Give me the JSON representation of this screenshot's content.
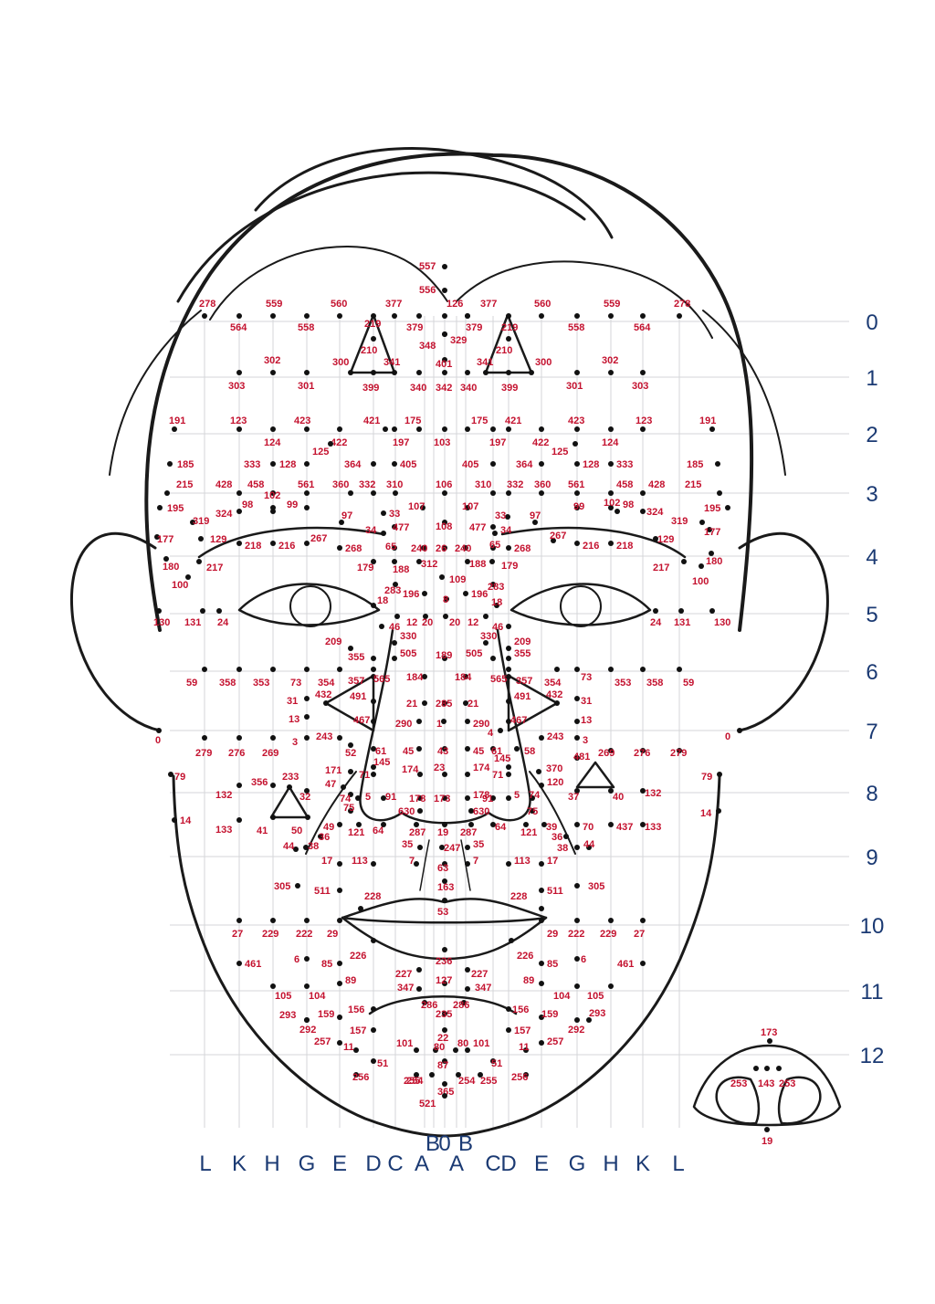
{
  "colors": {
    "point": "#111111",
    "label": "#c4122f",
    "grid": "#d4d6d9",
    "grid_label": "#1b3a73",
    "line": "#1a1a1a"
  },
  "row_labels": [
    "0",
    "1",
    "2",
    "3",
    "4",
    "5",
    "6",
    "7",
    "8",
    "9",
    "10",
    "11",
    "12"
  ],
  "column_labels": [
    "L",
    "K",
    "H",
    "G",
    "E",
    "D",
    "C",
    "A",
    "B",
    "0",
    "B",
    "A",
    "C",
    "D",
    "E",
    "G",
    "H",
    "K",
    "L"
  ],
  "points": [
    {
      "label": "557"
    },
    {
      "label": "556"
    },
    {
      "label": "278"
    },
    {
      "label": "564"
    },
    {
      "label": "559"
    },
    {
      "label": "558"
    },
    {
      "label": "560"
    },
    {
      "label": "377"
    },
    {
      "label": "219"
    },
    {
      "label": "379"
    },
    {
      "label": "126"
    },
    {
      "label": "377"
    },
    {
      "label": "379"
    },
    {
      "label": "219"
    },
    {
      "label": "560"
    },
    {
      "label": "558"
    },
    {
      "label": "559"
    },
    {
      "label": "564"
    },
    {
      "label": "278"
    },
    {
      "label": "210"
    },
    {
      "label": "348"
    },
    {
      "label": "329"
    },
    {
      "label": "210"
    },
    {
      "label": "303"
    },
    {
      "label": "302"
    },
    {
      "label": "301"
    },
    {
      "label": "300"
    },
    {
      "label": "341"
    },
    {
      "label": "399"
    },
    {
      "label": "340"
    },
    {
      "label": "401"
    },
    {
      "label": "342"
    },
    {
      "label": "340"
    },
    {
      "label": "341"
    },
    {
      "label": "300"
    },
    {
      "label": "399"
    },
    {
      "label": "301"
    },
    {
      "label": "302"
    },
    {
      "label": "303"
    },
    {
      "label": "191"
    },
    {
      "label": "123"
    },
    {
      "label": "124"
    },
    {
      "label": "423"
    },
    {
      "label": "422"
    },
    {
      "label": "125"
    },
    {
      "label": "421"
    },
    {
      "label": "197"
    },
    {
      "label": "175"
    },
    {
      "label": "103"
    },
    {
      "label": "175"
    },
    {
      "label": "197"
    },
    {
      "label": "421"
    },
    {
      "label": "422"
    },
    {
      "label": "125"
    },
    {
      "label": "423"
    },
    {
      "label": "124"
    },
    {
      "label": "123"
    },
    {
      "label": "191"
    },
    {
      "label": "185"
    },
    {
      "label": "333"
    },
    {
      "label": "128"
    },
    {
      "label": "364"
    },
    {
      "label": "405"
    },
    {
      "label": "405"
    },
    {
      "label": "364"
    },
    {
      "label": "128"
    },
    {
      "label": "333"
    },
    {
      "label": "185"
    },
    {
      "label": "215"
    },
    {
      "label": "428"
    },
    {
      "label": "458"
    },
    {
      "label": "561"
    },
    {
      "label": "360"
    },
    {
      "label": "332"
    },
    {
      "label": "310"
    },
    {
      "label": "106"
    },
    {
      "label": "310"
    },
    {
      "label": "332"
    },
    {
      "label": "360"
    },
    {
      "label": "561"
    },
    {
      "label": "458"
    },
    {
      "label": "428"
    },
    {
      "label": "215"
    },
    {
      "label": "195"
    },
    {
      "label": "324"
    },
    {
      "label": "98"
    },
    {
      "label": "102"
    },
    {
      "label": "99"
    },
    {
      "label": "107"
    },
    {
      "label": "107"
    },
    {
      "label": "99"
    },
    {
      "label": "102"
    },
    {
      "label": "98"
    },
    {
      "label": "324"
    },
    {
      "label": "195"
    },
    {
      "label": "319"
    },
    {
      "label": "97"
    },
    {
      "label": "33"
    },
    {
      "label": "108"
    },
    {
      "label": "33"
    },
    {
      "label": "97"
    },
    {
      "label": "319"
    },
    {
      "label": "177"
    },
    {
      "label": "129"
    },
    {
      "label": "218"
    },
    {
      "label": "216"
    },
    {
      "label": "267"
    },
    {
      "label": "268"
    },
    {
      "label": "34"
    },
    {
      "label": "477"
    },
    {
      "label": "65"
    },
    {
      "label": "240"
    },
    {
      "label": "26"
    },
    {
      "label": "240"
    },
    {
      "label": "477"
    },
    {
      "label": "65"
    },
    {
      "label": "34"
    },
    {
      "label": "268"
    },
    {
      "label": "267"
    },
    {
      "label": "216"
    },
    {
      "label": "218"
    },
    {
      "label": "129"
    },
    {
      "label": "177"
    },
    {
      "label": "180"
    },
    {
      "label": "217"
    },
    {
      "label": "179"
    },
    {
      "label": "188"
    },
    {
      "label": "312"
    },
    {
      "label": "188"
    },
    {
      "label": "179"
    },
    {
      "label": "217"
    },
    {
      "label": "180"
    },
    {
      "label": "100"
    },
    {
      "label": "109"
    },
    {
      "label": "283"
    },
    {
      "label": "283"
    },
    {
      "label": "100"
    },
    {
      "label": "196"
    },
    {
      "label": "196"
    },
    {
      "label": "8"
    },
    {
      "label": "130"
    },
    {
      "label": "131"
    },
    {
      "label": "24"
    },
    {
      "label": "18"
    },
    {
      "label": "12"
    },
    {
      "label": "20"
    },
    {
      "label": "20"
    },
    {
      "label": "12"
    },
    {
      "label": "18"
    },
    {
      "label": "24"
    },
    {
      "label": "131"
    },
    {
      "label": "130"
    },
    {
      "label": "46"
    },
    {
      "label": "46"
    },
    {
      "label": "209"
    },
    {
      "label": "330"
    },
    {
      "label": "330"
    },
    {
      "label": "209"
    },
    {
      "label": "355"
    },
    {
      "label": "505"
    },
    {
      "label": "189"
    },
    {
      "label": "505"
    },
    {
      "label": "355"
    },
    {
      "label": "59"
    },
    {
      "label": "358"
    },
    {
      "label": "353"
    },
    {
      "label": "73"
    },
    {
      "label": "354"
    },
    {
      "label": "357"
    },
    {
      "label": "565"
    },
    {
      "label": "184"
    },
    {
      "label": "184"
    },
    {
      "label": "565"
    },
    {
      "label": "357"
    },
    {
      "label": "354"
    },
    {
      "label": "73"
    },
    {
      "label": "353"
    },
    {
      "label": "358"
    },
    {
      "label": "59"
    },
    {
      "label": "31"
    },
    {
      "label": "432"
    },
    {
      "label": "491"
    },
    {
      "label": "21"
    },
    {
      "label": "285"
    },
    {
      "label": "21"
    },
    {
      "label": "491"
    },
    {
      "label": "432"
    },
    {
      "label": "31"
    },
    {
      "label": "13"
    },
    {
      "label": "467"
    },
    {
      "label": "290"
    },
    {
      "label": "1"
    },
    {
      "label": "290"
    },
    {
      "label": "467"
    },
    {
      "label": "13"
    },
    {
      "label": "0"
    },
    {
      "label": "3"
    },
    {
      "label": "243"
    },
    {
      "label": "4"
    },
    {
      "label": "243"
    },
    {
      "label": "3"
    },
    {
      "label": "0"
    },
    {
      "label": "279"
    },
    {
      "label": "276"
    },
    {
      "label": "269"
    },
    {
      "label": "52"
    },
    {
      "label": "61"
    },
    {
      "label": "45"
    },
    {
      "label": "43"
    },
    {
      "label": "45"
    },
    {
      "label": "61"
    },
    {
      "label": "58"
    },
    {
      "label": "481"
    },
    {
      "label": "269"
    },
    {
      "label": "276"
    },
    {
      "label": "279"
    },
    {
      "label": "145"
    },
    {
      "label": "145"
    },
    {
      "label": "370"
    },
    {
      "label": "171"
    },
    {
      "label": "71"
    },
    {
      "label": "174"
    },
    {
      "label": "23"
    },
    {
      "label": "174"
    },
    {
      "label": "71"
    },
    {
      "label": "120"
    },
    {
      "label": "79"
    },
    {
      "label": "356"
    },
    {
      "label": "233"
    },
    {
      "label": "47"
    },
    {
      "label": "79"
    },
    {
      "label": "132"
    },
    {
      "label": "32"
    },
    {
      "label": "74"
    },
    {
      "label": "5"
    },
    {
      "label": "91"
    },
    {
      "label": "178"
    },
    {
      "label": "173"
    },
    {
      "label": "178"
    },
    {
      "label": "91"
    },
    {
      "label": "5"
    },
    {
      "label": "74"
    },
    {
      "label": "37"
    },
    {
      "label": "40"
    },
    {
      "label": "132"
    },
    {
      "label": "75"
    },
    {
      "label": "630"
    },
    {
      "label": "630"
    },
    {
      "label": "75"
    },
    {
      "label": "14"
    },
    {
      "label": "133"
    },
    {
      "label": "41"
    },
    {
      "label": "50"
    },
    {
      "label": "49"
    },
    {
      "label": "121"
    },
    {
      "label": "64"
    },
    {
      "label": "287"
    },
    {
      "label": "19"
    },
    {
      "label": "287"
    },
    {
      "label": "64"
    },
    {
      "label": "121"
    },
    {
      "label": "39"
    },
    {
      "label": "70"
    },
    {
      "label": "437"
    },
    {
      "label": "133"
    },
    {
      "label": "14"
    },
    {
      "label": "36"
    },
    {
      "label": "36"
    },
    {
      "label": "44"
    },
    {
      "label": "38"
    },
    {
      "label": "35"
    },
    {
      "label": "247"
    },
    {
      "label": "35"
    },
    {
      "label": "38"
    },
    {
      "label": "44"
    },
    {
      "label": "17"
    },
    {
      "label": "113"
    },
    {
      "label": "7"
    },
    {
      "label": "63"
    },
    {
      "label": "7"
    },
    {
      "label": "113"
    },
    {
      "label": "17"
    },
    {
      "label": "305"
    },
    {
      "label": "511"
    },
    {
      "label": "163"
    },
    {
      "label": "511"
    },
    {
      "label": "305"
    },
    {
      "label": "228"
    },
    {
      "label": "228"
    },
    {
      "label": "53"
    },
    {
      "label": "27"
    },
    {
      "label": "229"
    },
    {
      "label": "222"
    },
    {
      "label": "29"
    },
    {
      "label": "29"
    },
    {
      "label": "222"
    },
    {
      "label": "229"
    },
    {
      "label": "27"
    },
    {
      "label": "226"
    },
    {
      "label": "226"
    },
    {
      "label": "236"
    },
    {
      "label": "461"
    },
    {
      "label": "6"
    },
    {
      "label": "85"
    },
    {
      "label": "227"
    },
    {
      "label": "227"
    },
    {
      "label": "85"
    },
    {
      "label": "6"
    },
    {
      "label": "461"
    },
    {
      "label": "89"
    },
    {
      "label": "127"
    },
    {
      "label": "89"
    },
    {
      "label": "105"
    },
    {
      "label": "104"
    },
    {
      "label": "347"
    },
    {
      "label": "347"
    },
    {
      "label": "104"
    },
    {
      "label": "105"
    },
    {
      "label": "286"
    },
    {
      "label": "286"
    },
    {
      "label": "235"
    },
    {
      "label": "293"
    },
    {
      "label": "156"
    },
    {
      "label": "159"
    },
    {
      "label": "292"
    },
    {
      "label": "156"
    },
    {
      "label": "159"
    },
    {
      "label": "292"
    },
    {
      "label": "293"
    },
    {
      "label": "157"
    },
    {
      "label": "22"
    },
    {
      "label": "157"
    },
    {
      "label": "257"
    },
    {
      "label": "11"
    },
    {
      "label": "101"
    },
    {
      "label": "80"
    },
    {
      "label": "80"
    },
    {
      "label": "101"
    },
    {
      "label": "11"
    },
    {
      "label": "257"
    },
    {
      "label": "51"
    },
    {
      "label": "87"
    },
    {
      "label": "51"
    },
    {
      "label": "256"
    },
    {
      "label": "255"
    },
    {
      "label": "254"
    },
    {
      "label": "254"
    },
    {
      "label": "255"
    },
    {
      "label": "256"
    },
    {
      "label": "365"
    },
    {
      "label": "521"
    },
    {
      "label": "173"
    },
    {
      "label": "253"
    },
    {
      "label": "143"
    },
    {
      "label": "253"
    },
    {
      "label": "19"
    }
  ]
}
